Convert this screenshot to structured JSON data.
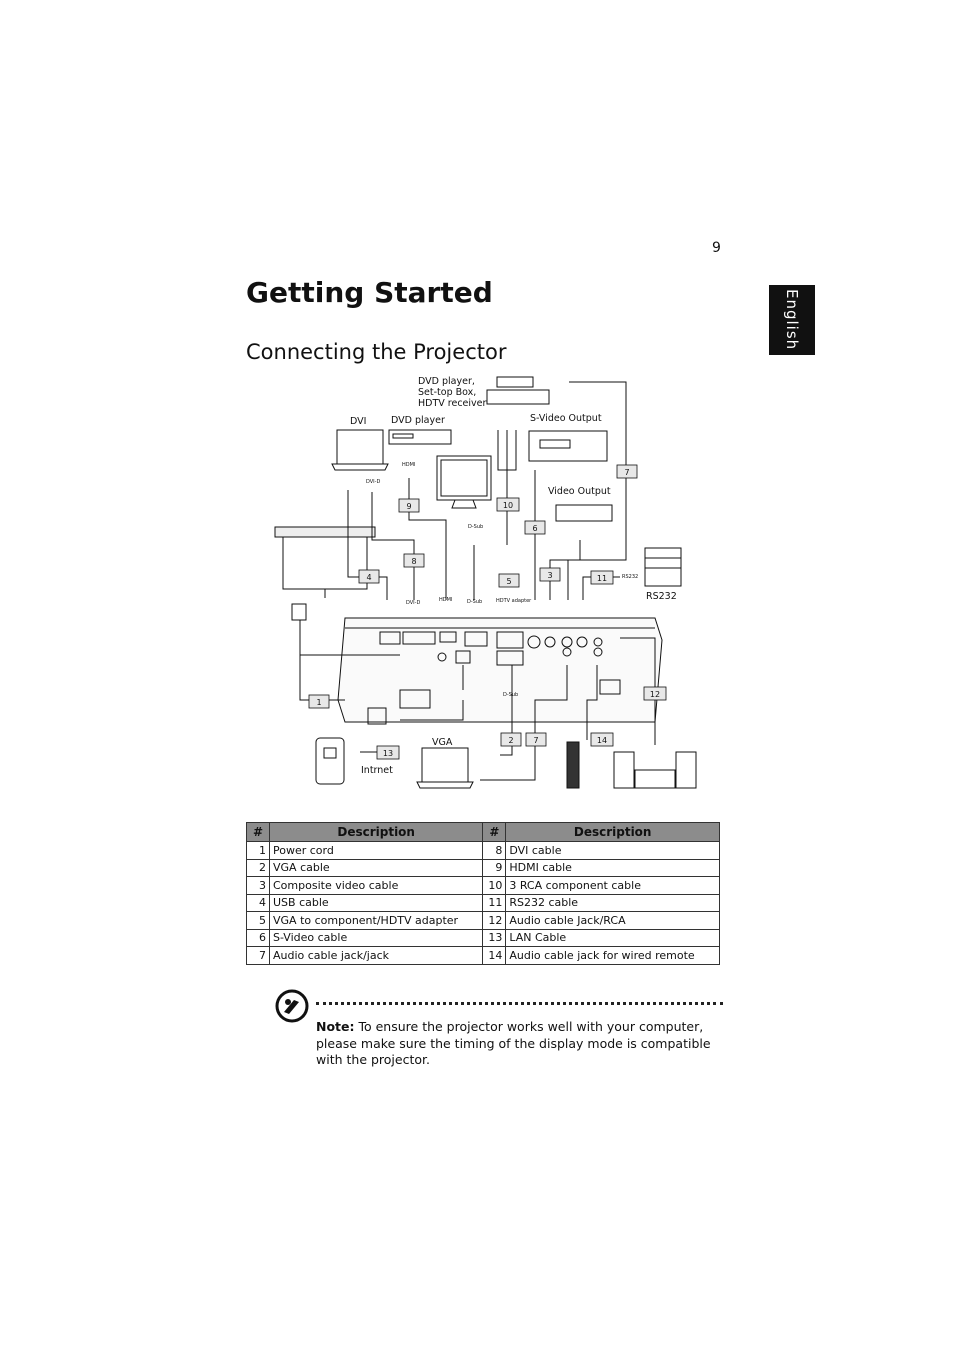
{
  "page_number": "9",
  "language_tab": "English",
  "title": "Getting Started",
  "subtitle": "Connecting the Projector",
  "diagram_labels": {
    "dvd_stb_hdtv": [
      "DVD player,",
      "Set-top Box,",
      "HDTV receiver"
    ],
    "dvi": "DVI",
    "dvd_player": "DVD player",
    "svideo_output": "S-Video Output",
    "video_output": "Video Output",
    "rs232": "RS232",
    "vga": "VGA",
    "internet": "Intrnet"
  },
  "table": {
    "header_num": "#",
    "header_desc": "Description",
    "rows": [
      {
        "n1": "1",
        "d1": "Power cord",
        "n2": "8",
        "d2": "DVI cable"
      },
      {
        "n1": "2",
        "d1": "VGA cable",
        "n2": "9",
        "d2": "HDMI cable"
      },
      {
        "n1": "3",
        "d1": "Composite video cable",
        "n2": "10",
        "d2": "3 RCA component cable"
      },
      {
        "n1": "4",
        "d1": "USB cable",
        "n2": "11",
        "d2": "RS232 cable"
      },
      {
        "n1": "5",
        "d1": "VGA to component/HDTV adapter",
        "n2": "12",
        "d2": "Audio cable Jack/RCA"
      },
      {
        "n1": "6",
        "d1": "S-Video cable",
        "n2": "13",
        "d2": "LAN Cable"
      },
      {
        "n1": "7",
        "d1": "Audio cable jack/jack",
        "n2": "14",
        "d2": "Audio cable jack for wired remote"
      }
    ]
  },
  "note": {
    "label": "Note:",
    "text": " To ensure the projector works well with your computer, please make sure the timing of the display mode is compatible with the projector."
  }
}
